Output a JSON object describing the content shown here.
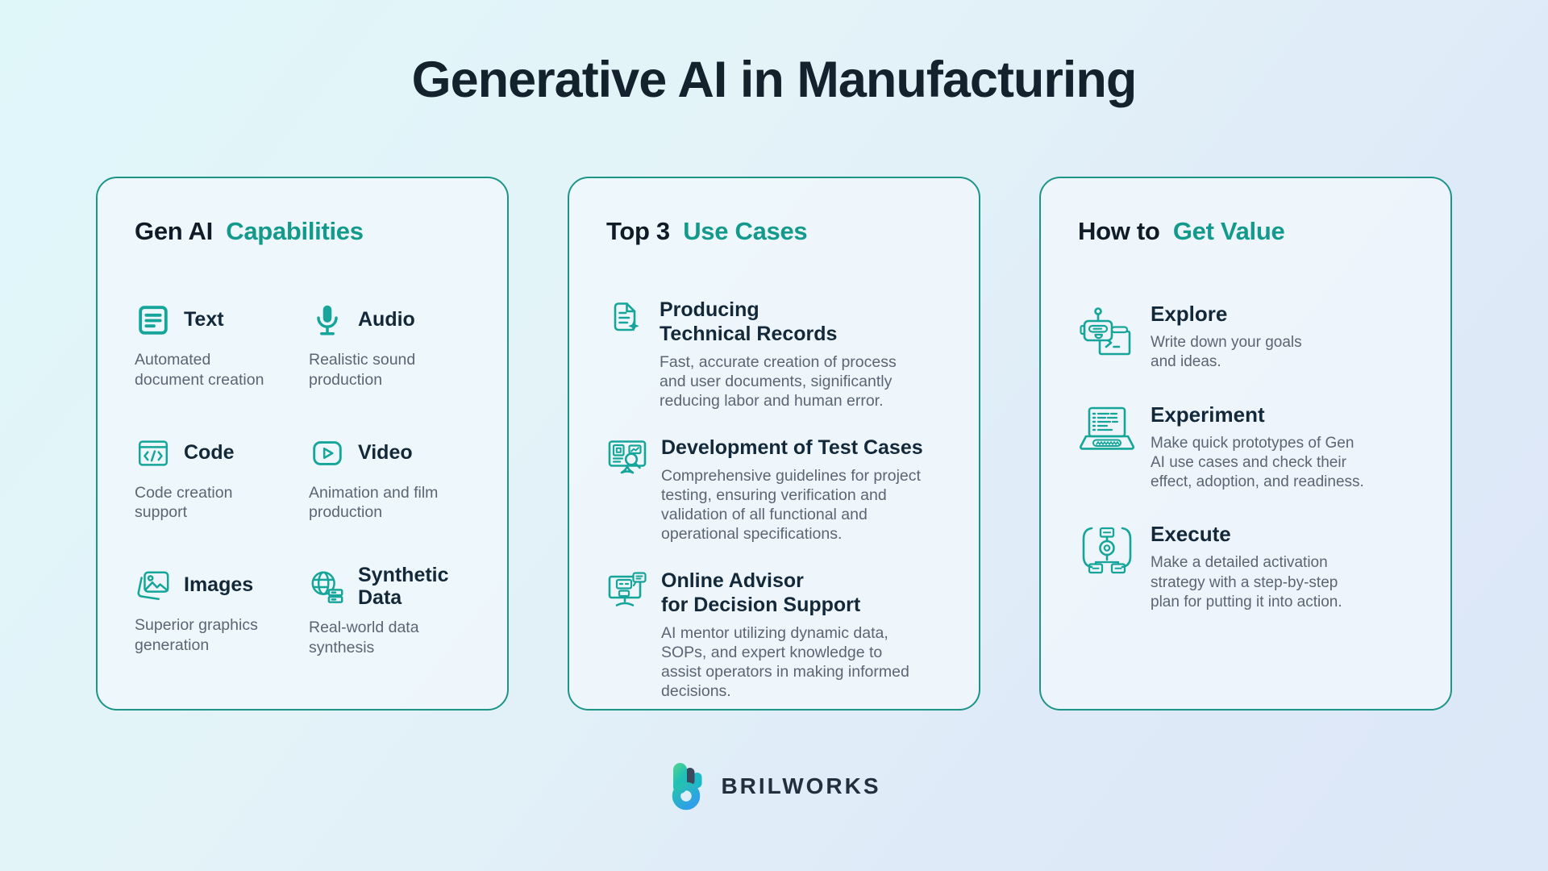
{
  "title": "Generative AI in Manufacturing",
  "cards": {
    "capabilities": {
      "heading_dark": "Gen AI",
      "heading_accent": "Capabilities",
      "items": [
        {
          "label": "Text",
          "desc": "Automated\ndocument creation",
          "icon": "document-lines-icon"
        },
        {
          "label": "Audio",
          "desc": "Realistic sound\nproduction",
          "icon": "microphone-icon"
        },
        {
          "label": "Code",
          "desc": "Code creation\nsupport",
          "icon": "code-window-icon"
        },
        {
          "label": "Video",
          "desc": "Animation and film\nproduction",
          "icon": "play-video-icon"
        },
        {
          "label": "Images",
          "desc": "Superior graphics\ngeneration",
          "icon": "photo-stack-icon"
        },
        {
          "label": "Synthetic Data",
          "desc": "Real-world data\nsynthesis",
          "icon": "globe-database-icon"
        }
      ]
    },
    "use_cases": {
      "heading_dark": "Top 3",
      "heading_accent": "Use Cases",
      "items": [
        {
          "heading": "Producing\nTechnical Records",
          "body": "Fast, accurate creation of process\nand user documents, significantly\nreducing labor and human error.",
          "icon": "document-sparkle-icon"
        },
        {
          "heading": "Development of Test Cases",
          "body": "Comprehensive guidelines for project\ntesting, ensuring verification and\nvalidation of all functional and\noperational specifications.",
          "icon": "test-monitor-icon"
        },
        {
          "heading": "Online Advisor\nfor Decision Support",
          "body": "AI mentor utilizing dynamic data,\nSOPs, and expert knowledge to\nassist operators in making informed\ndecisions.",
          "icon": "advisor-monitor-icon"
        }
      ]
    },
    "get_value": {
      "heading_dark": "How to",
      "heading_accent": "Get Value",
      "items": [
        {
          "heading": "Explore",
          "body": "Write down your goals\nand ideas.",
          "icon": "robot-terminal-icon"
        },
        {
          "heading": "Experiment",
          "body": "Make quick prototypes of Gen\nAI use cases and check their\neffect, adoption, and readiness.",
          "icon": "laptop-code-icon"
        },
        {
          "heading": "Execute",
          "body": " Make a detailed activation\nstrategy with a step-by-step\nplan for putting it into action.",
          "icon": "flowchart-blueprint-icon"
        }
      ]
    }
  },
  "footer": {
    "brand": "BRILWORKS",
    "logo": "brilworks-b-logo"
  },
  "colors": {
    "accent_teal": "#149a8d",
    "icon_teal": "#16a59a",
    "title_navy": "#14222e",
    "heading_navy": "#13293a",
    "body_grey": "#5b6573",
    "card_border": "#1d9488",
    "bg_top_left": "#e0f7fa",
    "bg_bottom_right": "#dce7f7"
  }
}
